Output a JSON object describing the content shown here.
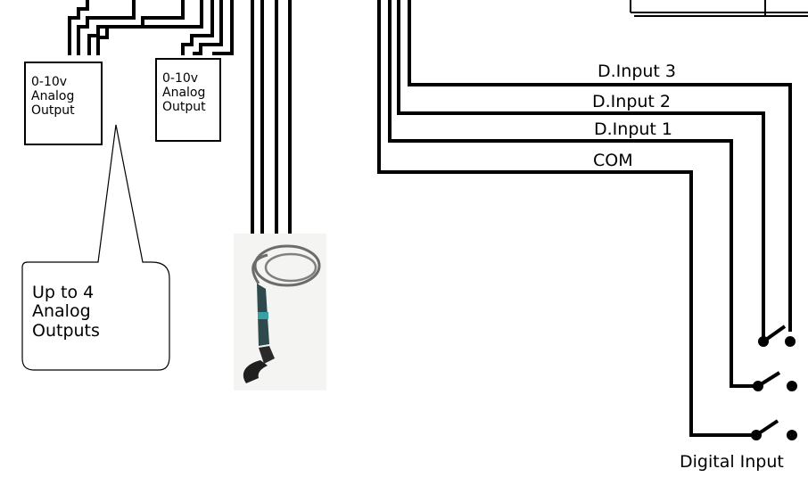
{
  "analog_outputs": [
    {
      "line1": "0-10v",
      "line2": "Analog",
      "line3": "Output"
    },
    {
      "line1": "0-10v",
      "line2": "Analog",
      "line3": "Output"
    }
  ],
  "callout": {
    "line1": "Up to 4",
    "line2": "Analog",
    "line3": "Outputs"
  },
  "digital_inputs": {
    "input3": "D.Input 3",
    "input2": "D.Input 2",
    "input1": "D.Input 1",
    "com": "COM"
  },
  "switch_block_label": "Digital Input",
  "colors": {
    "wire": "#000000",
    "background": "#ffffff"
  }
}
